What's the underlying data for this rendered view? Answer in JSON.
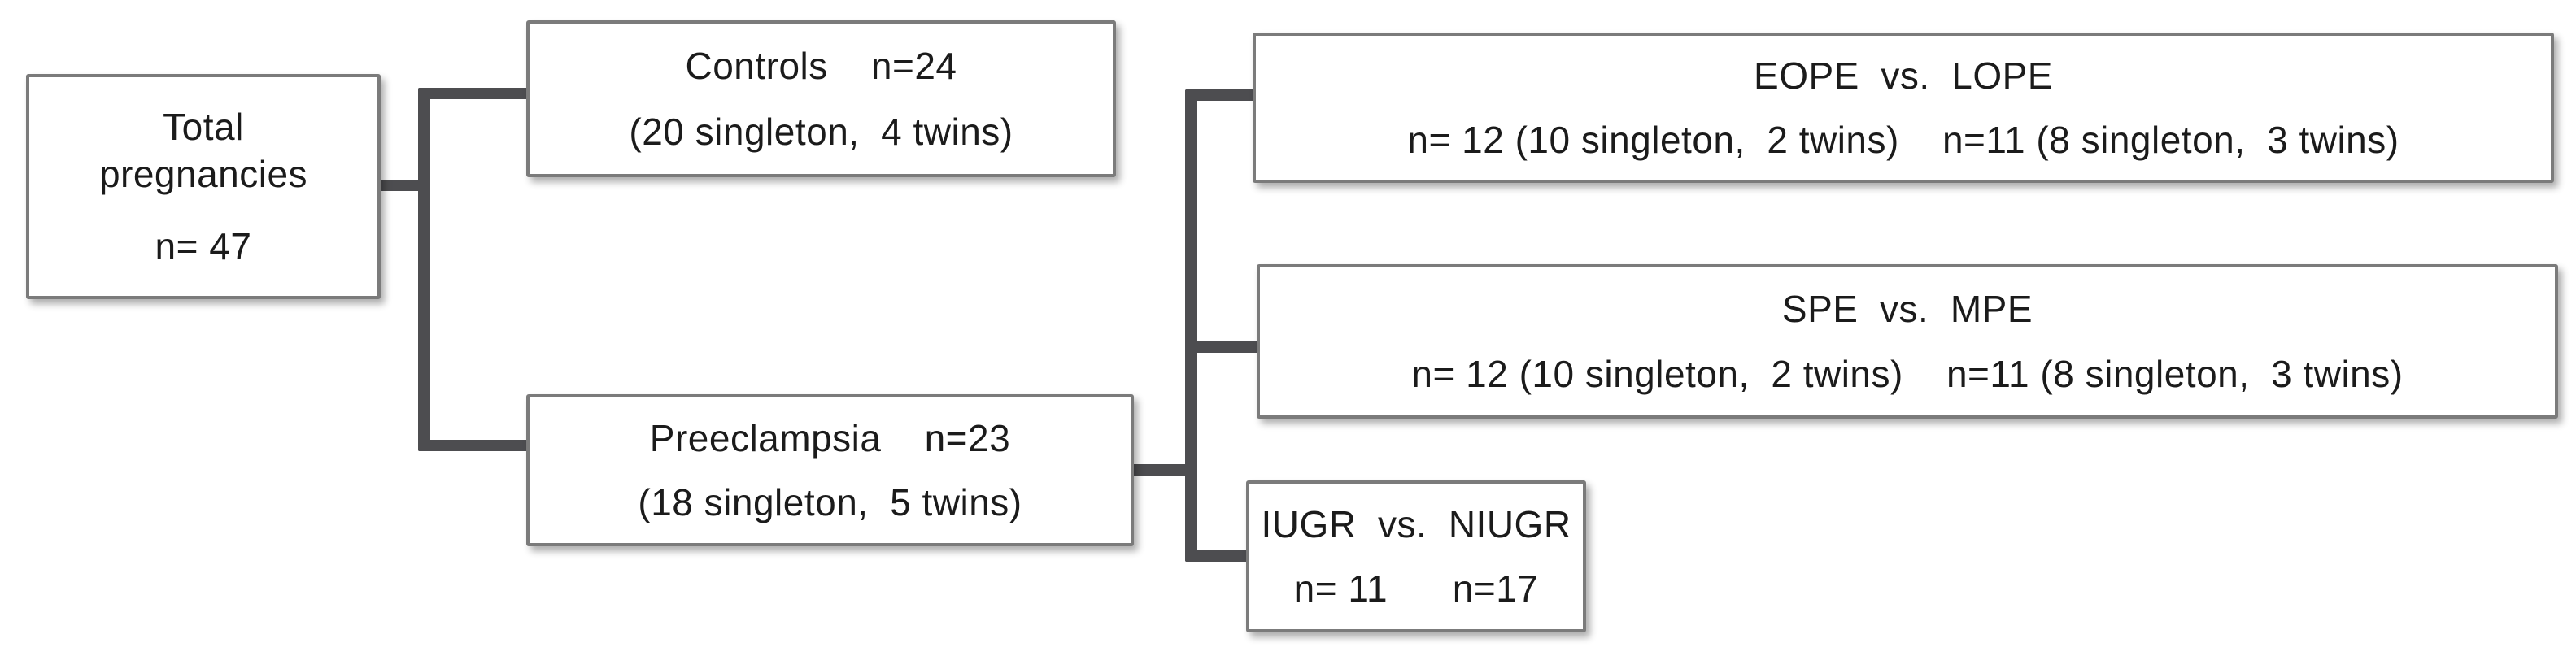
{
  "nodes": {
    "total": {
      "line1": "Total",
      "line2": "pregnancies",
      "line3": "n= 47"
    },
    "controls": {
      "line1": "Controls    n=24",
      "line2": "(20 singleton,  4 twins)"
    },
    "preeclampsia": {
      "line1": "Preeclampsia    n=23",
      "line2": "(18 singleton,  5 twins)"
    },
    "eope_lope": {
      "line1": "EOPE  vs.  LOPE",
      "line2": "n= 12 (10 singleton,  2 twins)    n=11 (8 singleton,  3 twins)"
    },
    "spe_mpe": {
      "line1": "SPE  vs.  MPE",
      "line2": "n= 12 (10 singleton,  2 twins)    n=11 (8 singleton,  3 twins)"
    },
    "iugr_niugr": {
      "line1": "IUGR  vs.  NIUGR",
      "line2": "n= 11      n=17"
    }
  },
  "edges": [
    {
      "from": "total",
      "to": "controls"
    },
    {
      "from": "total",
      "to": "preeclampsia"
    },
    {
      "from": "preeclampsia",
      "to": "eope_lope"
    },
    {
      "from": "preeclampsia",
      "to": "spe_mpe"
    },
    {
      "from": "preeclampsia",
      "to": "iugr_niugr"
    }
  ],
  "colors": {
    "connector": "#4d4d50",
    "box_border": "#7b7b7b",
    "box_fill": "#ffffff",
    "text": "#1b1b1b",
    "background": "#ffffff"
  }
}
